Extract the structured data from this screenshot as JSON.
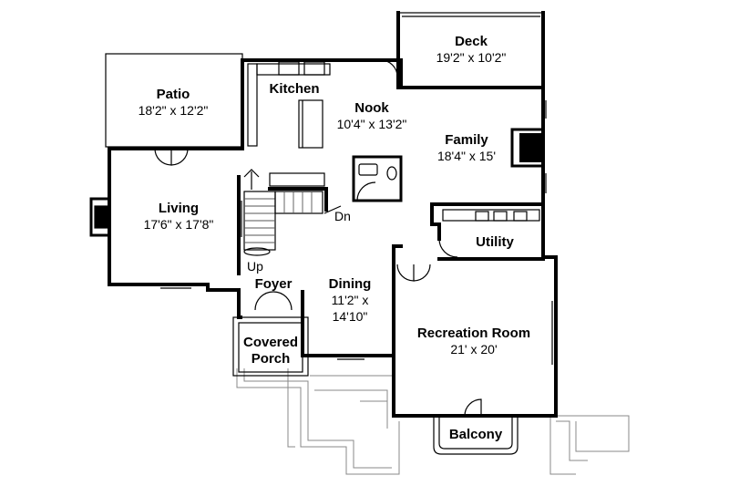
{
  "rooms": {
    "deck": {
      "name": "Deck",
      "size": "19'2\" x 10'2\""
    },
    "patio": {
      "name": "Patio",
      "size": "18'2\" x 12'2\""
    },
    "kitchen": {
      "name": "Kitchen"
    },
    "nook": {
      "name": "Nook",
      "size": "10'4\" x 13'2\""
    },
    "family": {
      "name": "Family",
      "size": "18'4\" x 15'"
    },
    "living": {
      "name": "Living",
      "size": "17'6\" x 17'8\""
    },
    "utility": {
      "name": "Utility"
    },
    "foyer": {
      "name": "Foyer"
    },
    "dining": {
      "name": "Dining",
      "size_line1": "11'2\" x",
      "size_line2": "14'10\""
    },
    "covered_porch": {
      "name_line1": "Covered",
      "name_line2": "Porch"
    },
    "recreation": {
      "name": "Recreation Room",
      "size": "21' x 20'"
    },
    "balcony": {
      "name": "Balcony"
    }
  },
  "stairs": {
    "down_label": "Dn",
    "up_label": "Up"
  }
}
